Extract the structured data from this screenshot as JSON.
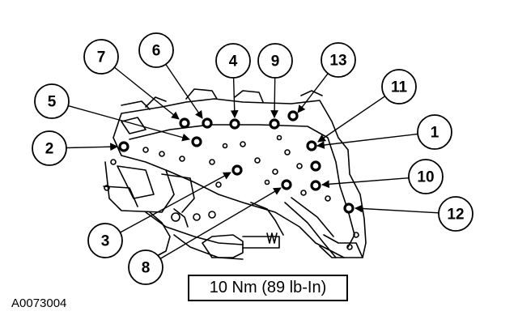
{
  "figure": {
    "id": "A0073004",
    "torque_spec": "10 Nm (89 lb-In)"
  },
  "callouts": [
    "1",
    "2",
    "3",
    "4",
    "5",
    "6",
    "7",
    "8",
    "9",
    "10",
    "11",
    "12",
    "13"
  ]
}
